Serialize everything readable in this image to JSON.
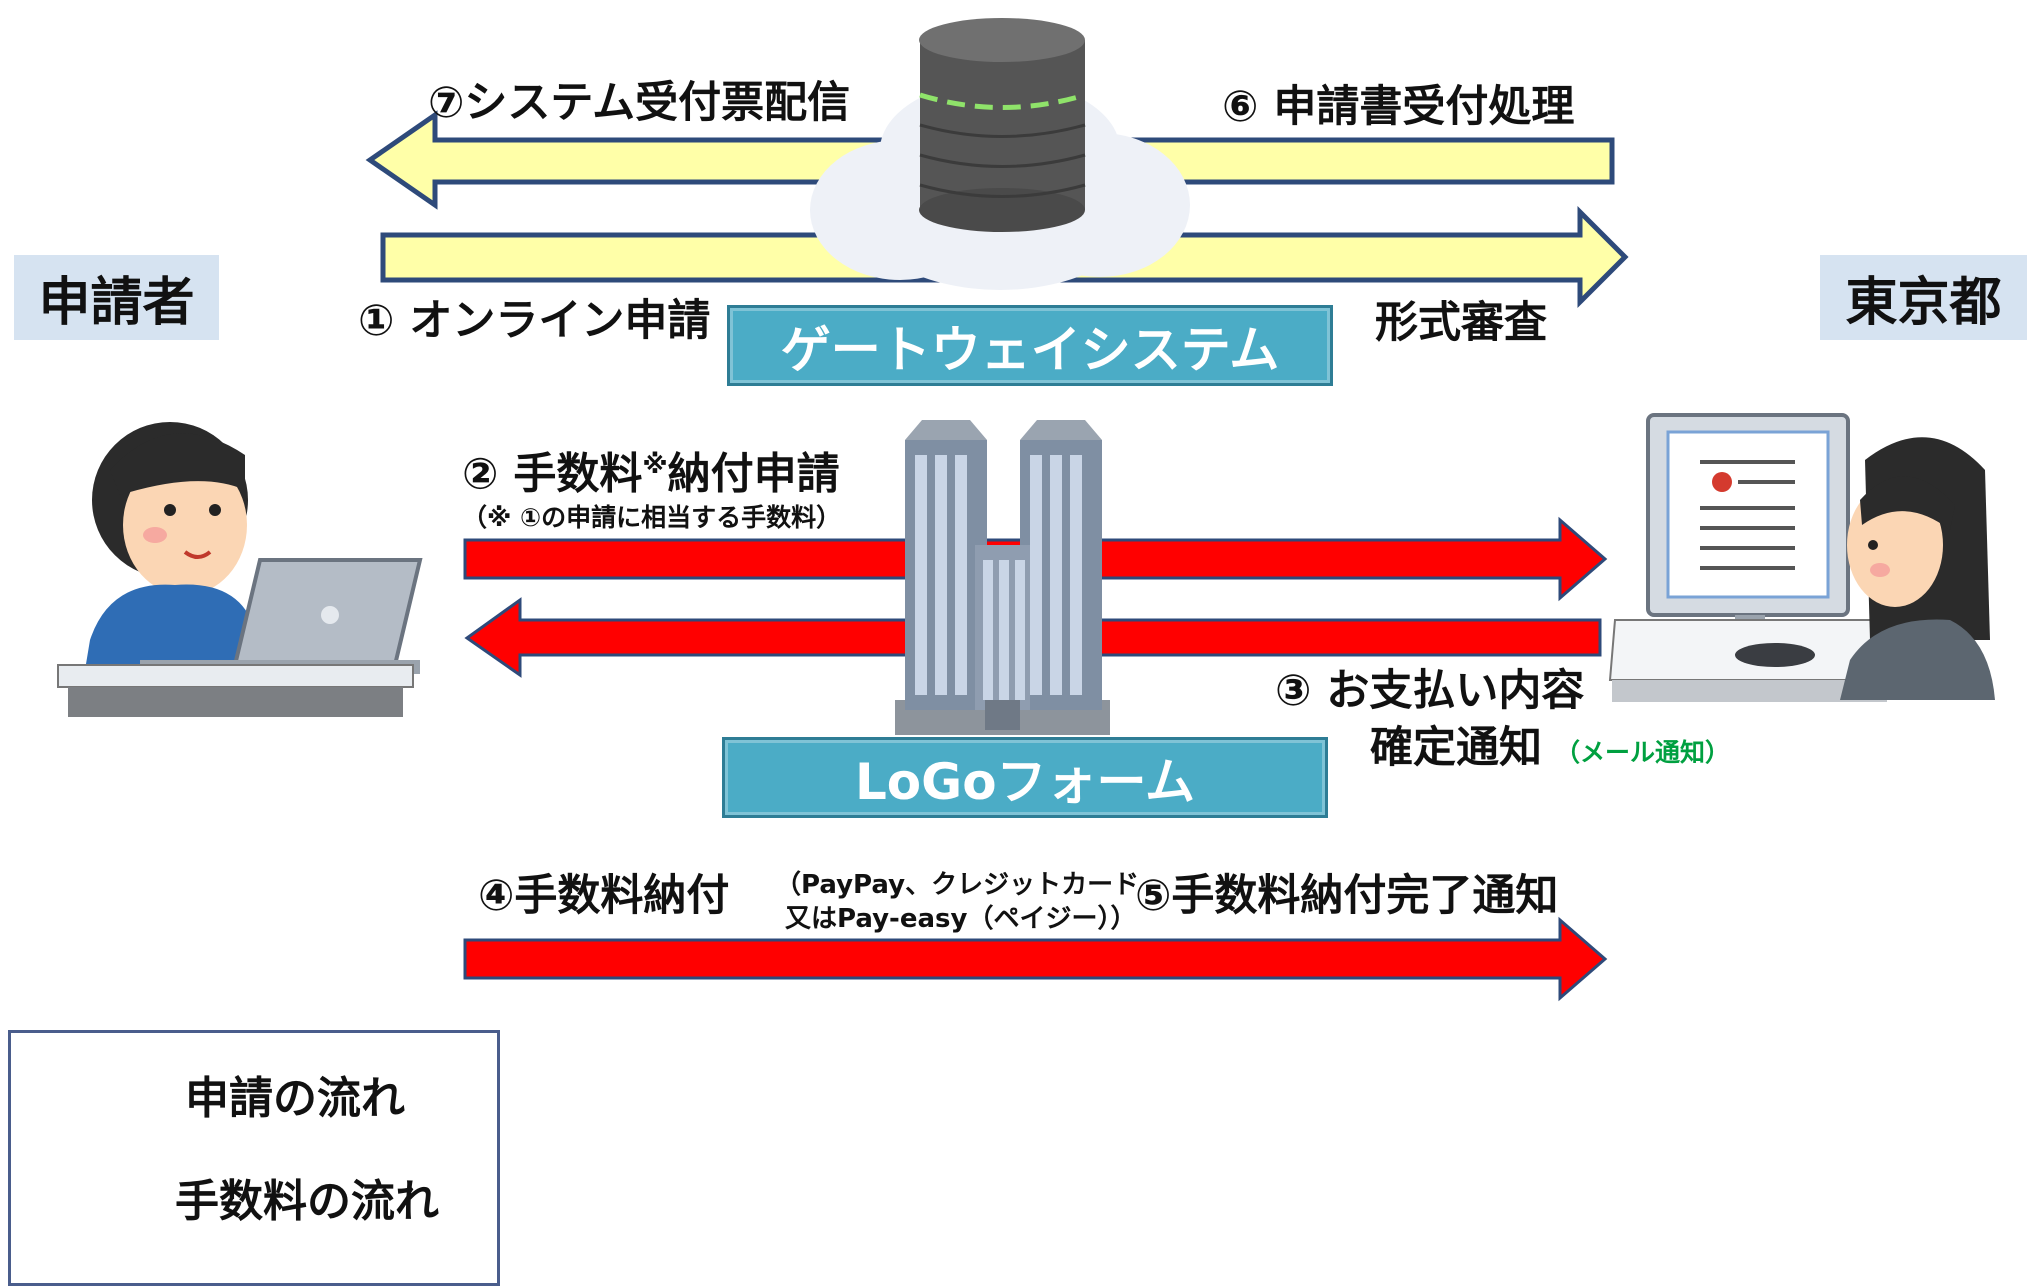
{
  "parties": {
    "applicant": "申請者",
    "tokyo": "東京都"
  },
  "systems": {
    "gateway": "ゲートウェイシステム",
    "logo": "LoGoフォーム"
  },
  "steps": {
    "s1": "① オンライン申請",
    "s_format": "形式審査",
    "s6": "⑥ 申請書受付処理",
    "s7": "⑦システム受付票配信",
    "s2_prefix": "② 手数料",
    "s2_mark": "※",
    "s2_suffix": "納付申請",
    "s2_note": "（※ ①の申請に相当する手数料）",
    "s3_line1": "③ お支払い内容",
    "s3_line2": "確定通知",
    "s3_note": "（メール通知）",
    "s4": "④手数料納付",
    "s4_note_line1": "（PayPay、クレジットカード",
    "s4_note_line2": "又はPay-easy（ペイジー））",
    "s5": "⑤手数料納付完了通知"
  },
  "legend": {
    "application_flow": "申請の流れ",
    "fee_flow": "手数料の流れ"
  },
  "colors": {
    "application_arrow": "#ffffa8",
    "fee_arrow": "#ff0000",
    "party_bg": "#d6e3f1",
    "system_box": "#4bacc6",
    "mail_note": "#00a040"
  }
}
